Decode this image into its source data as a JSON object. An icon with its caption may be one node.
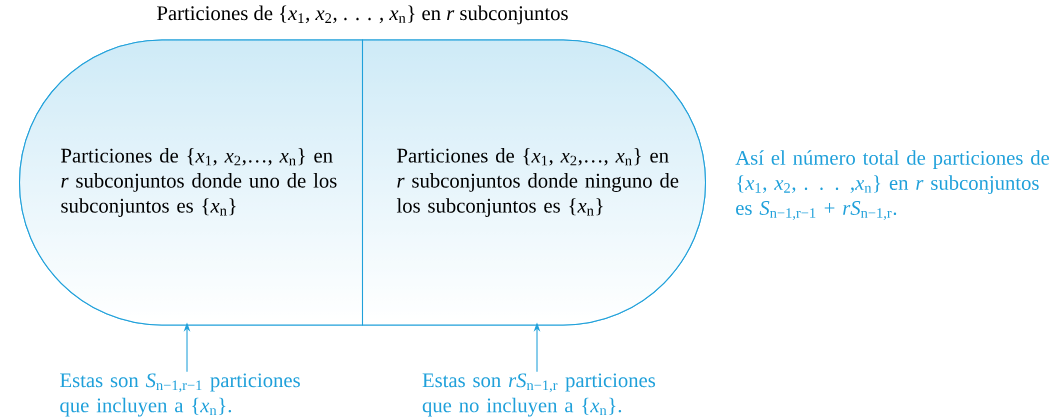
{
  "diagram": {
    "nodes": [
      {
        "text": [
          "Particiones de {*x*$_{1}$, *x*$_{2}$, . . . , *x*$_{n}$} en *r* subconjuntos"
        ]
      },
      {
        "text": [
          "Particiones de {*x*$_{1}$, *x*$_{2}$,…, *x*$_{n}$} en *r* subconjuntos donde uno de los subconjuntos es {*x*$_{n}$}"
        ],
        "in": 0
      },
      {
        "text": [
          "Particiones de {*x*$_{1}$, *x*$_{2}$,…, *x*$_{n}$} en *r* subconjuntos donde ninguno de los subconjuntos es {*x*$_{n}$}"
        ],
        "in": 0
      },
      {
        "text": [
          "Estas son *S*$_{n−1,r−1}$ particiones que incluyen a {*x*$_{n}$}."
        ]
      },
      {
        "text": [
          "Estas son *rS*$_{n−1,r}$ particiones que no incluyen a {*x*$_{n}$}."
        ]
      }
    ],
    "edges": [
      {
        "from": 3,
        "to": 1,
        "arrow": "to"
      },
      {
        "from": 4,
        "to": 2,
        "arrow": "to"
      }
    ],
    "labels": [
      "Así el número total de particiones de {*x*$_{1}$, *x*$_{2}$, . . . ,*x*$_{n}$} en *r* subconjuntos es *S*$_{n−1,r−1}$ + *rS*$_{n−1,r}$."
    ]
  }
}
